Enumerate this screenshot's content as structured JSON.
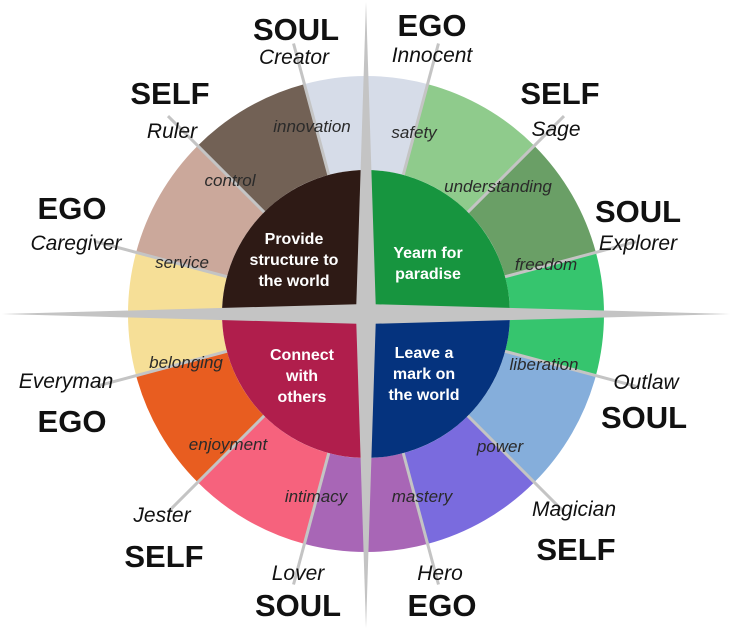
{
  "quadrants": [
    {
      "id": "top-left",
      "text": [
        "Provide",
        "structure to",
        "the world"
      ],
      "color": "#2e1a15"
    },
    {
      "id": "top-right",
      "text": [
        "Yearn for",
        "paradise"
      ],
      "color": "#17953f"
    },
    {
      "id": "bottom-left",
      "text": [
        "Connect",
        "with",
        "others"
      ],
      "color": "#b01e4c"
    },
    {
      "id": "bottom-right",
      "text": [
        "Leave a",
        "mark on",
        "the world"
      ],
      "color": "#05337e"
    }
  ],
  "archetypes": [
    {
      "archetype": "Creator",
      "category": "SOUL",
      "trait": "innovation",
      "color": "#d6dce8"
    },
    {
      "archetype": "Ruler",
      "category": "SELF",
      "trait": "control",
      "color": "#726155"
    },
    {
      "archetype": "Caregiver",
      "category": "EGO",
      "trait": "service",
      "color": "#cba89b"
    },
    {
      "archetype": "Innocent",
      "category": "EGO",
      "trait": "safety",
      "color": "#8fcb8c"
    },
    {
      "archetype": "Sage",
      "category": "SELF",
      "trait": "understanding",
      "color": "#6a9f66"
    },
    {
      "archetype": "Explorer",
      "category": "SOUL",
      "trait": "freedom",
      "color": "#36c56e"
    },
    {
      "archetype": "Everyman",
      "category": "EGO",
      "trait": "belonging",
      "color": "#f6df97"
    },
    {
      "archetype": "Jester",
      "category": "SELF",
      "trait": "enjoyment",
      "color": "#e85d20"
    },
    {
      "archetype": "Lover",
      "category": "SOUL",
      "trait": "intimacy",
      "color": "#f6627d"
    },
    {
      "archetype": "Outlaw",
      "category": "SOUL",
      "trait": "liberation",
      "color": "#85aedb"
    },
    {
      "archetype": "Magician",
      "category": "SELF",
      "trait": "power",
      "color": "#7a6bde"
    },
    {
      "archetype": "Hero",
      "category": "EGO",
      "trait": "mastery",
      "color": "#a866b6"
    }
  ],
  "divider_color": "#c4c4c4"
}
